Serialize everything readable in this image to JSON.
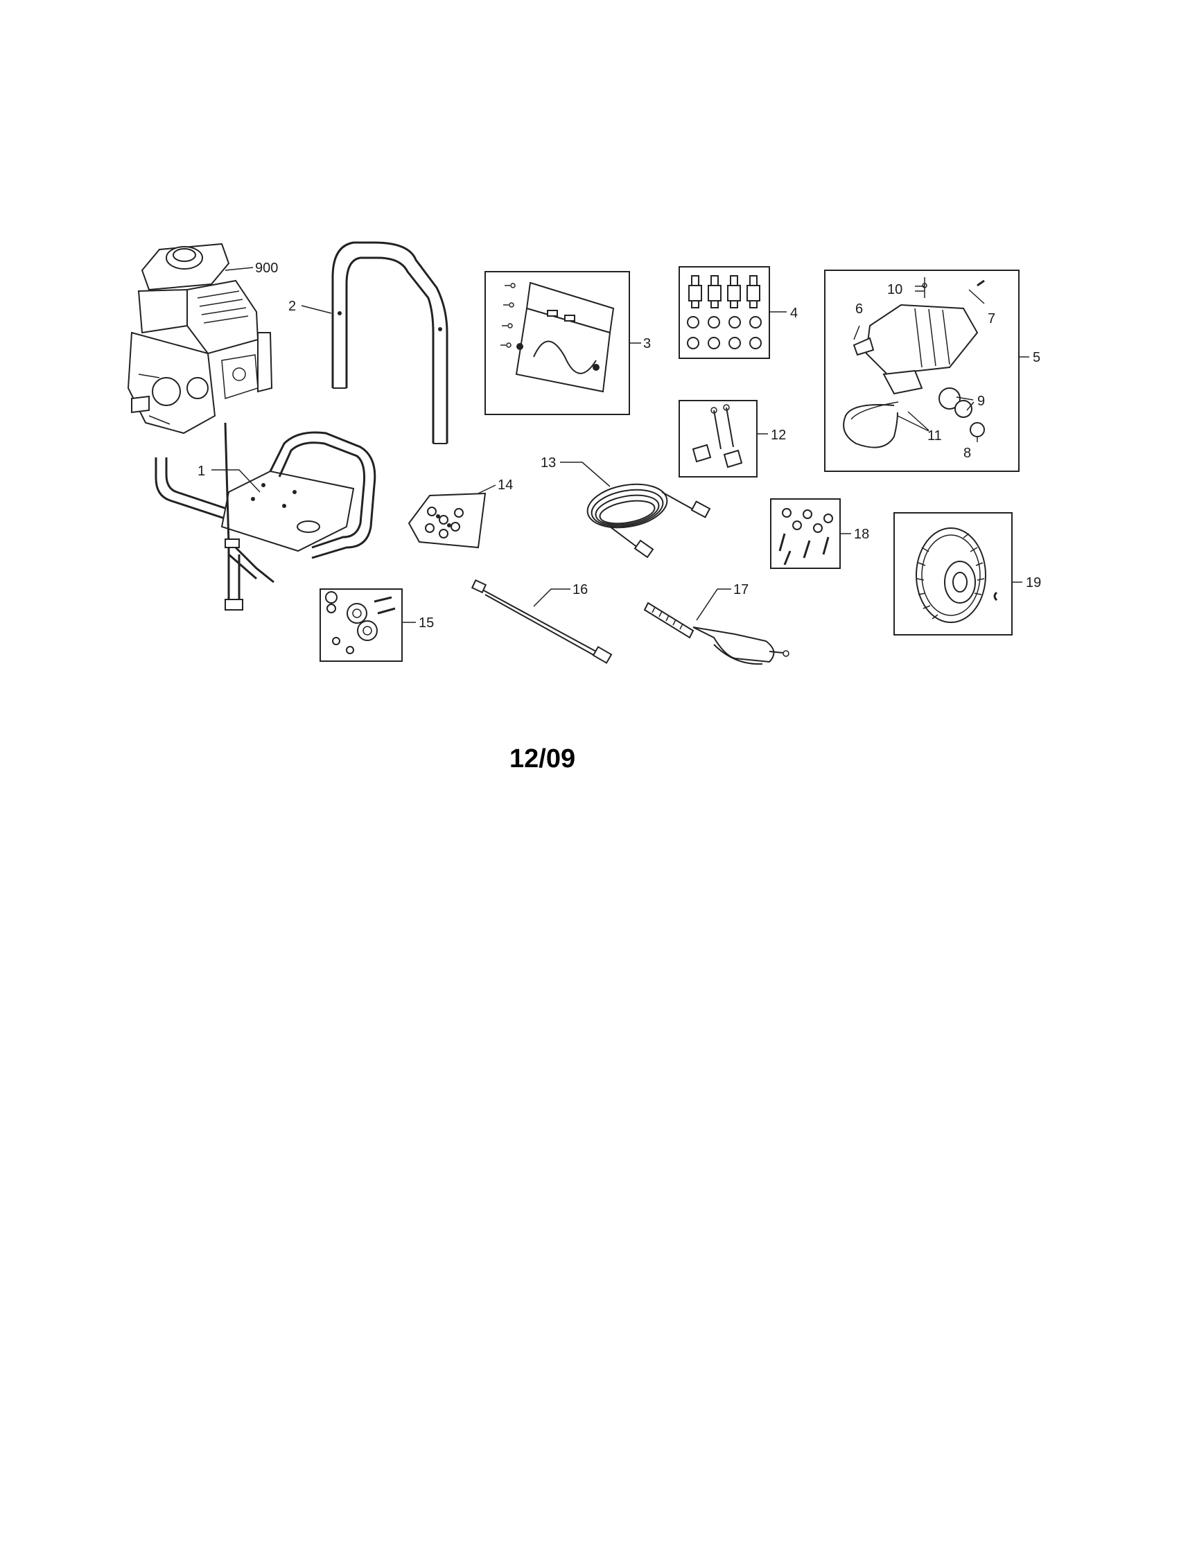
{
  "callouts": {
    "c900": "900",
    "c1": "1",
    "c2": "2",
    "c3": "3",
    "c4": "4",
    "c5": "5",
    "c6": "6",
    "c7": "7",
    "c8": "8",
    "c9": "9",
    "c10": "10",
    "c11": "11",
    "c12": "12",
    "c13": "13",
    "c14": "14",
    "c15": "15",
    "c16": "16",
    "c17": "17",
    "c18": "18",
    "c19": "19"
  },
  "footer": {
    "date": "12/09"
  }
}
